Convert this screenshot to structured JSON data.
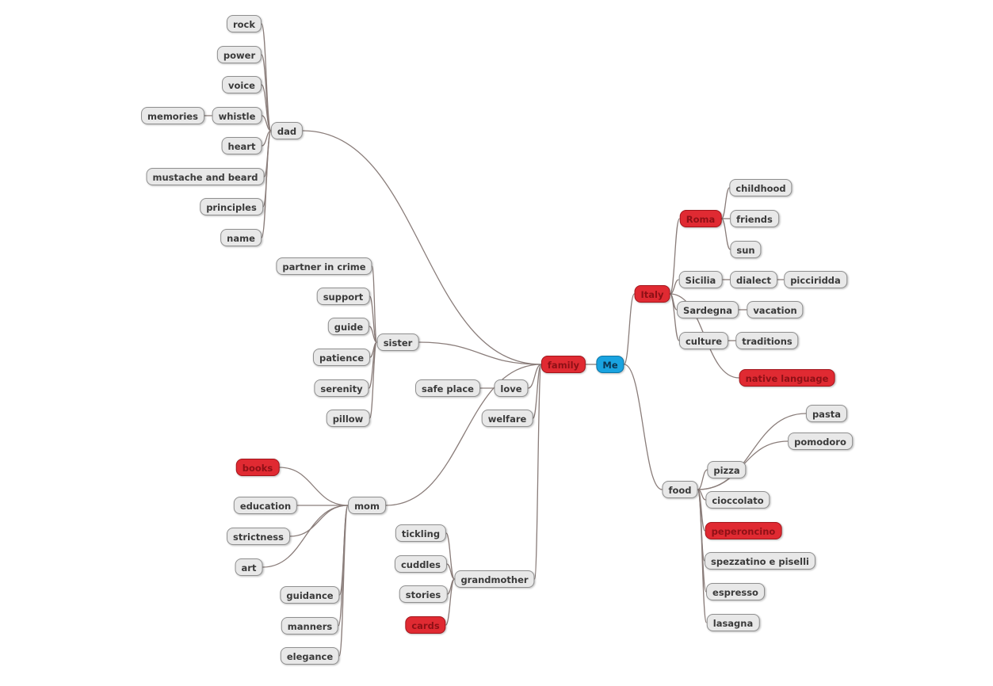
{
  "colors": {
    "gray": "#e8e8e8",
    "red": "#e02a32",
    "blue": "#19a3e0",
    "edge": "#8a7d7a"
  },
  "nodes": {
    "me": {
      "label": "Me",
      "style": "blue"
    },
    "family": {
      "label": "family",
      "style": "red"
    },
    "italy": {
      "label": "Italy",
      "style": "red"
    },
    "food": {
      "label": "food",
      "style": "gray"
    },
    "dad": {
      "label": "dad",
      "style": "gray"
    },
    "rock": {
      "label": "rock",
      "style": "gray"
    },
    "power": {
      "label": "power",
      "style": "gray"
    },
    "voice": {
      "label": "voice",
      "style": "gray"
    },
    "whistle": {
      "label": "whistle",
      "style": "gray"
    },
    "memories": {
      "label": "memories",
      "style": "gray"
    },
    "heart": {
      "label": "heart",
      "style": "gray"
    },
    "mustache": {
      "label": "mustache and beard",
      "style": "gray"
    },
    "principles": {
      "label": "principles",
      "style": "gray"
    },
    "name": {
      "label": "name",
      "style": "gray"
    },
    "sister": {
      "label": "sister",
      "style": "gray"
    },
    "partner": {
      "label": "partner in crime",
      "style": "gray"
    },
    "support": {
      "label": "support",
      "style": "gray"
    },
    "guide": {
      "label": "guide",
      "style": "gray"
    },
    "patience": {
      "label": "patience",
      "style": "gray"
    },
    "serenity": {
      "label": "serenity",
      "style": "gray"
    },
    "pillow": {
      "label": "pillow",
      "style": "gray"
    },
    "love": {
      "label": "love",
      "style": "gray"
    },
    "safeplace": {
      "label": "safe place",
      "style": "gray"
    },
    "welfare": {
      "label": "welfare",
      "style": "gray"
    },
    "mom": {
      "label": "mom",
      "style": "gray"
    },
    "books": {
      "label": "books",
      "style": "red"
    },
    "education": {
      "label": "education",
      "style": "gray"
    },
    "strictness": {
      "label": "strictness",
      "style": "gray"
    },
    "art": {
      "label": "art",
      "style": "gray"
    },
    "guidance": {
      "label": "guidance",
      "style": "gray"
    },
    "manners": {
      "label": "manners",
      "style": "gray"
    },
    "elegance": {
      "label": "elegance",
      "style": "gray"
    },
    "grandmother": {
      "label": "grandmother",
      "style": "gray"
    },
    "tickling": {
      "label": "tickling",
      "style": "gray"
    },
    "cuddles": {
      "label": "cuddles",
      "style": "gray"
    },
    "stories": {
      "label": "stories",
      "style": "gray"
    },
    "cards": {
      "label": "cards",
      "style": "red"
    },
    "roma": {
      "label": "Roma",
      "style": "red"
    },
    "childhood": {
      "label": "childhood",
      "style": "gray"
    },
    "friends": {
      "label": "friends",
      "style": "gray"
    },
    "sun": {
      "label": "sun",
      "style": "gray"
    },
    "sicilia": {
      "label": "Sicilia",
      "style": "gray"
    },
    "dialect": {
      "label": "dialect",
      "style": "gray"
    },
    "picciridda": {
      "label": "picciridda",
      "style": "gray"
    },
    "sardegna": {
      "label": "Sardegna",
      "style": "gray"
    },
    "vacation": {
      "label": "vacation",
      "style": "gray"
    },
    "culture": {
      "label": "culture",
      "style": "gray"
    },
    "traditions": {
      "label": "traditions",
      "style": "gray"
    },
    "nativelang": {
      "label": "native language",
      "style": "red"
    },
    "pasta": {
      "label": "pasta",
      "style": "gray"
    },
    "pomodoro": {
      "label": "pomodoro",
      "style": "gray"
    },
    "pizza": {
      "label": "pizza",
      "style": "gray"
    },
    "cioccolato": {
      "label": "cioccolato",
      "style": "gray"
    },
    "peperoncino": {
      "label": "peperoncino",
      "style": "red"
    },
    "spezzatino": {
      "label": "spezzatino e piselli",
      "style": "gray"
    },
    "espresso": {
      "label": "espresso",
      "style": "gray"
    },
    "lasagna": {
      "label": "lasagna",
      "style": "gray"
    }
  },
  "edges": [
    [
      "me",
      "family"
    ],
    [
      "me",
      "italy"
    ],
    [
      "me",
      "food"
    ],
    [
      "family",
      "dad"
    ],
    [
      "family",
      "sister"
    ],
    [
      "family",
      "love"
    ],
    [
      "family",
      "welfare"
    ],
    [
      "family",
      "mom"
    ],
    [
      "family",
      "grandmother"
    ],
    [
      "dad",
      "rock"
    ],
    [
      "dad",
      "power"
    ],
    [
      "dad",
      "voice"
    ],
    [
      "dad",
      "whistle"
    ],
    [
      "dad",
      "heart"
    ],
    [
      "dad",
      "mustache"
    ],
    [
      "dad",
      "principles"
    ],
    [
      "dad",
      "name"
    ],
    [
      "whistle",
      "memories"
    ],
    [
      "sister",
      "partner"
    ],
    [
      "sister",
      "support"
    ],
    [
      "sister",
      "guide"
    ],
    [
      "sister",
      "patience"
    ],
    [
      "sister",
      "serenity"
    ],
    [
      "sister",
      "pillow"
    ],
    [
      "love",
      "safeplace"
    ],
    [
      "mom",
      "books"
    ],
    [
      "mom",
      "education"
    ],
    [
      "mom",
      "strictness"
    ],
    [
      "mom",
      "art"
    ],
    [
      "mom",
      "guidance"
    ],
    [
      "mom",
      "manners"
    ],
    [
      "mom",
      "elegance"
    ],
    [
      "grandmother",
      "tickling"
    ],
    [
      "grandmother",
      "cuddles"
    ],
    [
      "grandmother",
      "stories"
    ],
    [
      "grandmother",
      "cards"
    ],
    [
      "italy",
      "roma"
    ],
    [
      "italy",
      "sicilia"
    ],
    [
      "italy",
      "sardegna"
    ],
    [
      "italy",
      "culture"
    ],
    [
      "italy",
      "nativelang"
    ],
    [
      "roma",
      "childhood"
    ],
    [
      "roma",
      "friends"
    ],
    [
      "roma",
      "sun"
    ],
    [
      "sicilia",
      "dialect"
    ],
    [
      "dialect",
      "picciridda"
    ],
    [
      "sardegna",
      "vacation"
    ],
    [
      "culture",
      "traditions"
    ],
    [
      "food",
      "pasta"
    ],
    [
      "food",
      "pomodoro"
    ],
    [
      "food",
      "pizza"
    ],
    [
      "food",
      "cioccolato"
    ],
    [
      "food",
      "peperoncino"
    ],
    [
      "food",
      "spezzatino"
    ],
    [
      "food",
      "espresso"
    ],
    [
      "food",
      "lasagna"
    ]
  ]
}
